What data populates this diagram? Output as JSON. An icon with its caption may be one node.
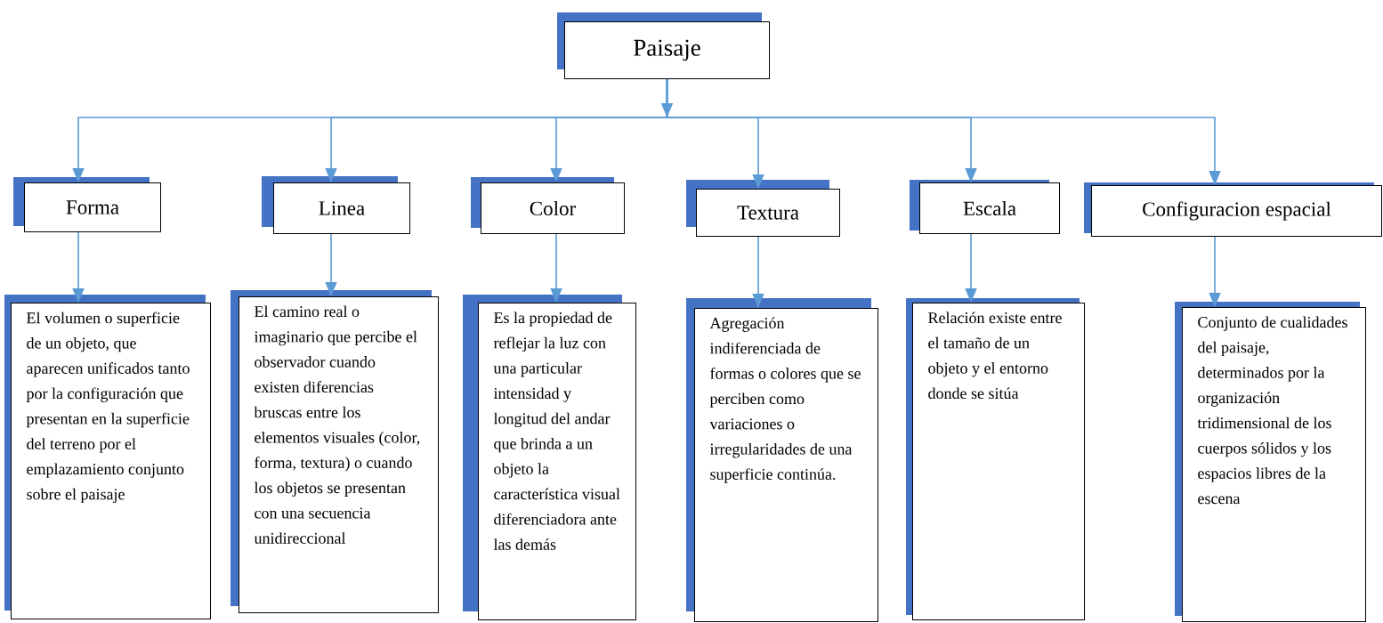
{
  "diagram": {
    "nodes": [
      {
        "text": [
          "Paisaje"
        ]
      },
      {
        "text": [
          "Forma"
        ]
      },
      {
        "text": [
          "Linea"
        ]
      },
      {
        "text": [
          "Color"
        ]
      },
      {
        "text": [
          "Textura"
        ]
      },
      {
        "text": [
          "Escala"
        ]
      },
      {
        "text": [
          "Configuracion espacial"
        ]
      },
      {
        "text": [
          "El volumen o superficie de un objeto, que aparecen unificados tanto por la configuración que presentan en la superficie del terreno por el emplazamiento conjunto sobre el paisaje"
        ]
      },
      {
        "text": [
          "El camino real o imaginario que percibe el observador cuando existen diferencias bruscas entre los elementos visuales (color, forma, textura) o cuando los objetos se presentan con una secuencia unidireccional"
        ]
      },
      {
        "text": [
          "Es la propiedad de reflejar la luz con una particular intensidad y longitud del andar que brinda a un objeto la característica visual diferenciadora ante las demás"
        ]
      },
      {
        "text": [
          "Agregación indiferenciada de formas o  colores que se perciben como variaciones o irregularidades de una superficie continúa."
        ]
      },
      {
        "text": [
          "Relación existe entre el tamaño de un objeto y el entorno donde se sitúa"
        ]
      },
      {
        "text": [
          "Conjunto de cualidades del paisaje, determinados por la organización tridimensional de los cuerpos sólidos y los espacios libres de la escena"
        ]
      }
    ],
    "edges": [
      {
        "from": 0,
        "to": 1,
        "arrow": "to"
      },
      {
        "from": 0,
        "to": 2,
        "arrow": "to"
      },
      {
        "from": 0,
        "to": 3,
        "arrow": "to"
      },
      {
        "from": 0,
        "to": 4,
        "arrow": "to"
      },
      {
        "from": 0,
        "to": 5,
        "arrow": "to"
      },
      {
        "from": 0,
        "to": 6,
        "arrow": "to"
      },
      {
        "from": 1,
        "to": 7,
        "arrow": "to"
      },
      {
        "from": 2,
        "to": 8,
        "arrow": "to"
      },
      {
        "from": 3,
        "to": 9,
        "arrow": "to"
      },
      {
        "from": 4,
        "to": 10,
        "arrow": "to"
      },
      {
        "from": 5,
        "to": 11,
        "arrow": "to"
      },
      {
        "from": 6,
        "to": 12,
        "arrow": "to"
      }
    ]
  }
}
